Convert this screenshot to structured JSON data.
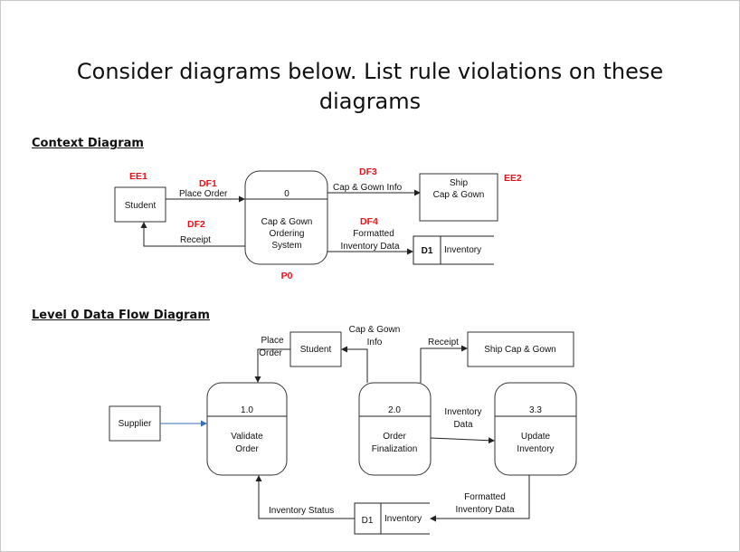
{
  "slide": {
    "title_line1": "Consider diagrams below.  List rule violations on these",
    "title_line2": "diagrams"
  },
  "context_diagram": {
    "heading": "Context Diagram",
    "ee1": {
      "tag": "EE1",
      "label": "Student"
    },
    "ee2": {
      "tag": "EE2",
      "label_line1": "Ship",
      "label_line2": "Cap & Gown"
    },
    "process": {
      "tag": "P0",
      "number": "0",
      "line1": "Cap & Gown",
      "line2": "Ordering",
      "line3": "System"
    },
    "df1": {
      "tag": "DF1",
      "label": "Place Order"
    },
    "df2": {
      "tag": "DF2",
      "label": "Receipt"
    },
    "df3": {
      "tag": "DF3",
      "label": "Cap & Gown Info"
    },
    "df4": {
      "tag": "DF4",
      "line1": "Formatted",
      "line2": "Inventory  Data"
    },
    "store": {
      "id": "D1",
      "name": "Inventory"
    }
  },
  "level0_diagram": {
    "heading": "Level 0 Data Flow Diagram",
    "student": "Student",
    "ship": "Ship Cap & Gown",
    "supplier": "Supplier",
    "p1": {
      "number": "1.0",
      "line1": "Validate",
      "line2": "Order"
    },
    "p2": {
      "number": "2.0",
      "line1": "Order",
      "line2": "Finalization"
    },
    "p3": {
      "number": "3.3",
      "line1": "Update",
      "line2": "Inventory"
    },
    "flow_place_order": {
      "line1": "Place",
      "line2": "Order"
    },
    "flow_cap_gown_info": {
      "line1": "Cap & Gown",
      "line2": "Info"
    },
    "flow_receipt": "Receipt",
    "flow_inventory_data": {
      "line1": "Inventory",
      "line2": "Data"
    },
    "flow_formatted": {
      "line1": "Formatted",
      "line2": "Inventory  Data"
    },
    "flow_inventory_status": "Inventory  Status",
    "store": {
      "id": "D1",
      "name": "Inventory"
    }
  }
}
